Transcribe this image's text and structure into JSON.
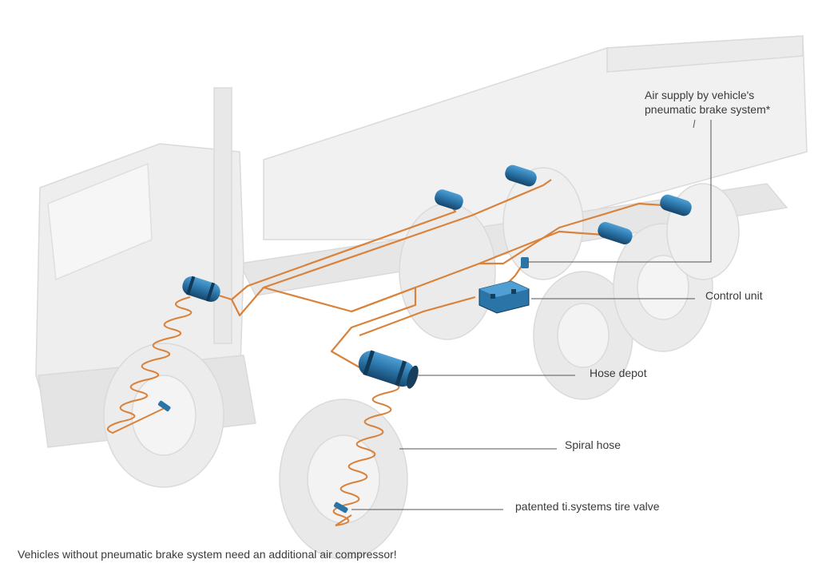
{
  "labels": {
    "air_supply_line1": "Air supply by vehicle's",
    "air_supply_line2": "pneumatic brake system*",
    "control_unit": "Control unit",
    "hose_depot": "Hose depot",
    "spiral_hose": "Spiral hose",
    "tire_valve": "patented ti.systems tire valve"
  },
  "footnote": "Vehicles without pneumatic brake system need an additional air compressor!",
  "colors": {
    "hose": "#d9823b",
    "depot_blue": "#2a74a8",
    "truck_ghost": "#e3e3e3",
    "leader_line": "#555555"
  }
}
